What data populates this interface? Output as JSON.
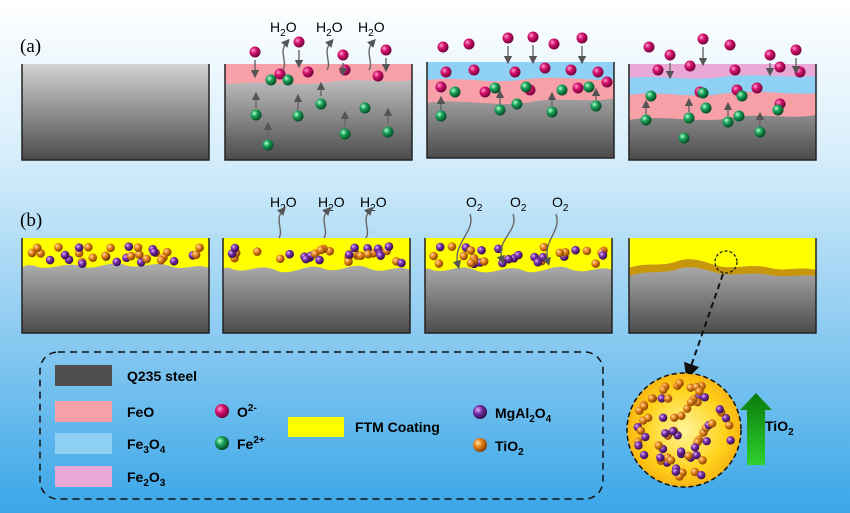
{
  "panels": {
    "a": "(a)",
    "b": "(b)"
  },
  "molecules": {
    "h2o": "H",
    "h2o_sub": "2",
    "h2o_end": "O",
    "o2": "O",
    "o2_sub": "2"
  },
  "legend": {
    "q235": "Q235 steel",
    "feo": "FeO",
    "fe3o4_a": "Fe",
    "fe3o4_b": "3",
    "fe3o4_c": "O",
    "fe3o4_d": "4",
    "fe2o3_a": "Fe",
    "fe2o3_b": "2",
    "fe2o3_c": "O",
    "fe2o3_d": "3",
    "o2minus": "O",
    "o2minus_sup": "2-",
    "fe2plus": "Fe",
    "fe2plus_sup": "2+",
    "ftm": "FTM Coating",
    "mgal_a": "MgAl",
    "mgal_b": "2",
    "mgal_c": "O",
    "mgal_d": "4",
    "tio2_a": "TiO",
    "tio2_b": "2"
  },
  "inset": {
    "tio2_a": "TiO",
    "tio2_b": "2"
  },
  "colors": {
    "feo": "#f7a0a8",
    "fe3o4": "#8fd0f5",
    "fe2o3": "#e9a8d6",
    "ftm": "#ffff00",
    "o2minus": "#d6126e",
    "fe2plus": "#1aa35a",
    "mgal2o4": "#7a2fa8",
    "tio2": "#e8861c",
    "arrow_green": "#22cc22"
  }
}
